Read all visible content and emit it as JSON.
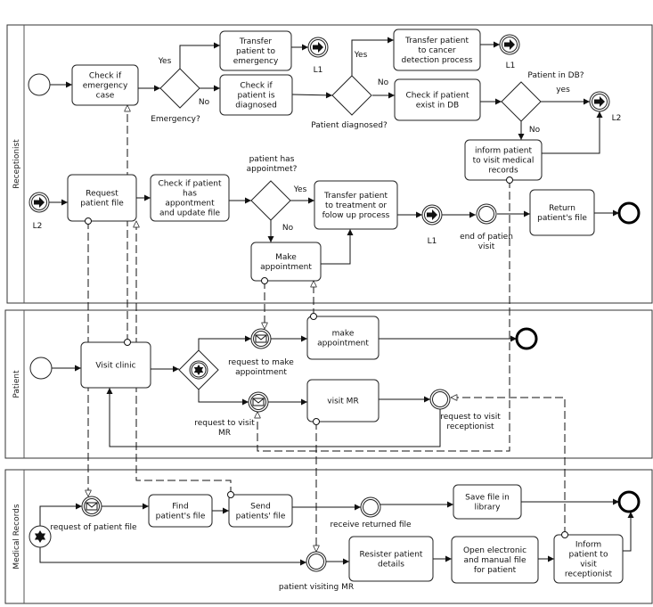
{
  "lanes": {
    "receptionist": "Receptionist",
    "patient": "Patient",
    "medical_records": "Medical Records"
  },
  "tasks": {
    "check_emergency": {
      "lines": [
        "Check if",
        "emergency",
        "case"
      ]
    },
    "transfer_emergency": {
      "lines": [
        "Transfer",
        "patient to",
        "emergency"
      ]
    },
    "check_diagnosed": {
      "lines": [
        "Check if",
        "patient is",
        "diagnosed"
      ]
    },
    "transfer_cancer": {
      "lines": [
        "Transfer patient",
        "to cancer",
        "detection process"
      ]
    },
    "check_db": {
      "lines": [
        "Check if patient",
        "exist in DB"
      ]
    },
    "inform_mr": {
      "lines": [
        "inform patient",
        "to visit medical",
        "records"
      ]
    },
    "request_file": {
      "lines": [
        "Request",
        "patient file"
      ]
    },
    "check_appointment": {
      "lines": [
        "Check if patient",
        "has",
        "appontment",
        "and update file"
      ]
    },
    "make_appointment_r": {
      "lines": [
        "Make",
        "appointment"
      ]
    },
    "transfer_treatment": {
      "lines": [
        "Transfer patient",
        "to treatment or",
        "folow up process"
      ]
    },
    "return_file": {
      "lines": [
        "Return",
        "patient's file"
      ]
    },
    "visit_clinic": {
      "lines": [
        "Visit clinic"
      ]
    },
    "make_appointment_p": {
      "lines": [
        "make",
        "appointment"
      ]
    },
    "visit_mr": {
      "lines": [
        "visit MR"
      ]
    },
    "find_file": {
      "lines": [
        "Find",
        "patient's file"
      ]
    },
    "send_file": {
      "lines": [
        "Send",
        "patients' file"
      ]
    },
    "save_file": {
      "lines": [
        "Save file in",
        "library"
      ]
    },
    "register_details": {
      "lines": [
        "Resister patient",
        "details"
      ]
    },
    "open_file": {
      "lines": [
        "Open electronic",
        "and manual file",
        "for patient"
      ]
    },
    "inform_receptionist": {
      "lines": [
        "Inform",
        "patient to",
        "visit",
        "receptionist"
      ]
    }
  },
  "labels": {
    "emergency_q": [
      "Emergency?"
    ],
    "emergency_yes": [
      "Yes"
    ],
    "emergency_no": [
      "No"
    ],
    "diagnosed_q": [
      "Patient diagnosed?"
    ],
    "diagnosed_yes": [
      "Yes"
    ],
    "diagnosed_no": [
      "No"
    ],
    "in_db_q": [
      "Patient in DB?"
    ],
    "in_db_yes": [
      "yes"
    ],
    "in_db_no": [
      "No"
    ],
    "appointment_q": [
      "patient has",
      "appointmet?"
    ],
    "appointment_yes": [
      "Yes"
    ],
    "appointment_no": [
      "No"
    ],
    "link_l1_a": [
      "L1"
    ],
    "link_l1_b": [
      "L1"
    ],
    "link_l1_c": [
      "L1"
    ],
    "link_l2_a": [
      "L2"
    ],
    "link_l2_b": [
      "L2"
    ],
    "end_visit": [
      "end of patien",
      "visit"
    ],
    "req_make_appt": [
      "request to make",
      "appointment"
    ],
    "req_visit_mr": [
      "request to visit",
      "MR"
    ],
    "req_visit_recep": [
      "request to visit",
      "receptionist"
    ],
    "req_patient_file": [
      "request of patient file"
    ],
    "receive_file": [
      "receive returned file"
    ],
    "patient_visiting": [
      "patient visiting MR"
    ]
  },
  "icons": {
    "link_event": "right-arrow-icon",
    "message_event": "envelope-icon",
    "multiple_event": "star-icon"
  },
  "colors": {
    "stroke": "#111111",
    "background": "#ffffff"
  }
}
